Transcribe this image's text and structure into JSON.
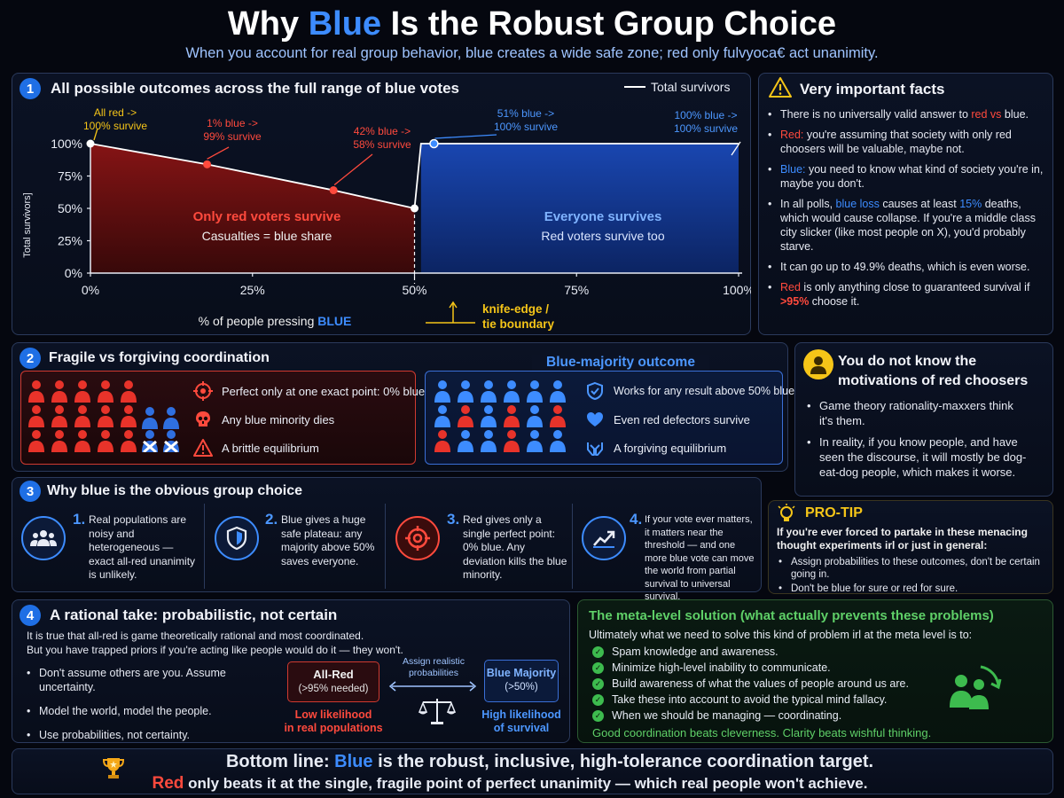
{
  "title": {
    "pre": "Why ",
    "highlight": "Blue",
    "post": " Is the Robust Group Choice"
  },
  "subtitle": "When you account for real group behavior, blue creates a wide safe zone; red only fulvyoca€ act unanimity.",
  "colors": {
    "red": "#ff4a3d",
    "blue": "#3d8cff",
    "yellow": "#f5c518",
    "green": "#5fd068",
    "badge": "#1f6fe5"
  },
  "section1": {
    "num": "1",
    "title": "All possible outcomes across the full range of blue votes",
    "legend": "Total survivors",
    "ylabel": "Total survivors]",
    "xlabel_pre": "% of people pressing ",
    "xlabel_blue": "BLUE",
    "region_red_title": "Only red voters survive",
    "region_red_sub": "Casualties = blue share",
    "region_blue_title": "Everyone survives",
    "region_blue_sub": "Red voters survive too",
    "knife_edge": [
      "knife-edge /",
      "tie boundary"
    ],
    "annotations": [
      {
        "l1": "All red ->",
        "l2": "100% survive",
        "color": "#f5c518"
      },
      {
        "l1": "1% blue ->",
        "l2": "99% survive",
        "color": "#ff4a3d"
      },
      {
        "l1": "42% blue ->",
        "l2": "58% survive",
        "color": "#ff4a3d"
      },
      {
        "l1": "51% blue ->",
        "l2": "100% survive",
        "color": "#3d8cff"
      },
      {
        "l1": "100% blue ->",
        "l2": "100% survive",
        "color": "#3d8cff"
      }
    ]
  },
  "chart_data": {
    "type": "line",
    "title": "All possible outcomes across the full range of blue votes",
    "xlabel": "% of people pressing BLUE",
    "ylabel": "Total survivors]",
    "xlim": [
      0,
      100
    ],
    "ylim": [
      0,
      100
    ],
    "x_ticks": [
      "0%",
      "25%",
      "50%",
      "75%",
      "100%"
    ],
    "y_ticks": [
      "0%",
      "25%",
      "50%",
      "75%",
      "100%"
    ],
    "series": [
      {
        "name": "Total survivors",
        "x": [
          0,
          18,
          37.5,
          50,
          50,
          51,
          100
        ],
        "y": [
          100,
          84,
          64,
          50,
          50,
          100,
          100
        ]
      }
    ],
    "markers": [
      {
        "x": 0,
        "y": 100
      },
      {
        "x": 18,
        "y": 84
      },
      {
        "x": 37.5,
        "y": 64
      },
      {
        "x": 50,
        "y": 50
      },
      {
        "x": 53,
        "y": 100
      }
    ],
    "grid": false,
    "legend": "top-right"
  },
  "facts": {
    "title": "Very important facts",
    "items": [
      {
        "pre": "There is no universally valid answer to ",
        "red": "red vs",
        "post": " blue."
      },
      {
        "red": "Red:",
        "post": " you're assuming that society with only red choosers will be valuable, maybe not."
      },
      {
        "blue": "Blue:",
        "post": " you need to know what kind of society you're in, maybe you don't."
      },
      {
        "pre": "In all polls, ",
        "blue": "blue loss",
        "post": " causes at least ",
        "blue2": "15%",
        "post2": " deaths, which would cause collapse. If you're a middle class city slicker (like most people on X), you'd probably starve."
      },
      {
        "pre": "It can go up to 49.9% deaths, which is even worse."
      },
      {
        "red": "Red",
        "post": " is only anything close to guaranteed survival if ",
        "red2": ">95%",
        "post2": " choose it."
      }
    ]
  },
  "section2": {
    "num": "2",
    "title": "Fragile vs forgiving coordination",
    "blue_header": "Blue-majority outcome",
    "red_items": [
      "Perfect only at one exact point: 0% blue",
      "Any blue minority dies",
      "A brittle equilibrium"
    ],
    "blue_items": [
      "Works for any result above 50% blue",
      "Even red defectors survive",
      "A forgiving equilibrium"
    ]
  },
  "motivations": {
    "title": [
      "You do not know the",
      "motivations of red choosers"
    ],
    "items": [
      "Game theory rationality-maxxers think it's them.",
      "In reality, if you know people, and have seen the discourse, it will mostly be dog-eat-dog people, which makes it worse."
    ]
  },
  "section3": {
    "num": "3",
    "title": "Why blue is the obvious group choice",
    "cards": [
      {
        "num": "1.",
        "text": "Real populations are noisy and heterogeneous — exact all-red unanimity is unlikely."
      },
      {
        "num": "2.",
        "text": "Blue gives a huge safe plateau: any majority above 50% saves everyone."
      },
      {
        "num": "3.",
        "text": "Red gives only a single perfect point: 0% blue. Any deviation kills the blue minority."
      },
      {
        "num": "4.",
        "text": "If your vote ever matters, it matters near the threshold — and one more blue vote can move the world from partial survival to universal survival."
      }
    ]
  },
  "protip": {
    "title": "PRO-TIP",
    "lead": "If you're ever forced to partake in these menacing thought experiments irl or just in general:",
    "items": [
      "Assign probabilities to these outcomes, don't be certain going in.",
      "Don't be blue for sure or red for sure."
    ]
  },
  "section4": {
    "num": "4",
    "title": "A rational take: probabilistic, not certain",
    "intro1": "It is true that all-red is game theoretically rational and most coordinated.",
    "intro2": "But you have trapped priors if you're acting like people would do it — they won't.",
    "items": [
      "Don't assume others are you. Assume uncertainty.",
      "Model the world, model the people.",
      "Use probabilities, not certainty."
    ],
    "allred_title": "All-Red",
    "allred_sub": "(>95% needed)",
    "allred_note": [
      "Low likelihood",
      "in real populations"
    ],
    "assign": [
      "Assign realistic",
      "probabilities"
    ],
    "bluemaj_title": "Blue Majority",
    "bluemaj_sub": "(>50%)",
    "bluemaj_note": [
      "High likelihood",
      "of survival"
    ]
  },
  "meta": {
    "title": "The meta-level solution (what actually prevents these problems)",
    "lead": "Ultimately what we need to solve this kind of problem irl at the meta level is to:",
    "items": [
      "Spam knowledge and awareness.",
      "Minimize high-level inability to communicate.",
      "Build awareness of what the values of people around us are.",
      "Take these into account to avoid the typical mind fallacy.",
      "When we should be managing — coordinating."
    ],
    "footer": "Good coordination beats cleverness. Clarity beats wishful thinking."
  },
  "bottom": {
    "l1_pre": "Bottom line: ",
    "l1_blue": "Blue",
    "l1_post": " is the robust, inclusive, high-tolerance coordination target.",
    "l2_red": "Red",
    "l2_post": " only beats it at the single, fragile point of perfect unanimity — which real people won't achieve."
  }
}
